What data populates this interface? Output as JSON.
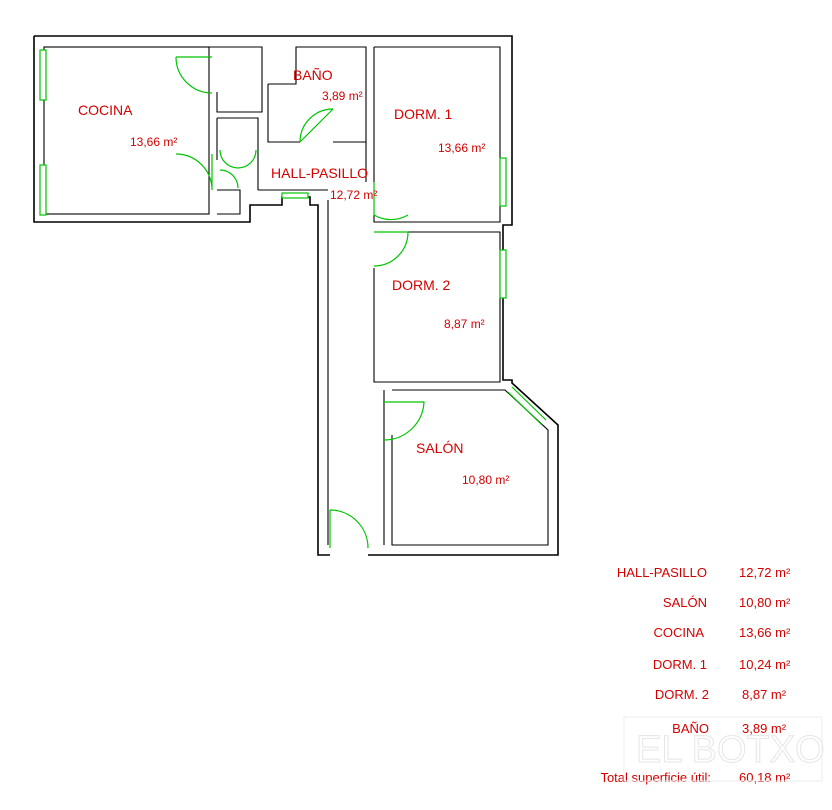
{
  "colors": {
    "label": "#d40000",
    "door": "#00c400",
    "wall": "#000000"
  },
  "rooms": {
    "cocina": {
      "name": "COCINA",
      "area": "13,66 m²"
    },
    "bano": {
      "name": "BAÑO",
      "area": "3,89 m²"
    },
    "dorm1": {
      "name": "DORM. 1",
      "area": "13,66 m²"
    },
    "hall": {
      "name": "HALL-PASILLO",
      "area": "12,72 m²"
    },
    "dorm2": {
      "name": "DORM. 2",
      "area": "8,87 m²"
    },
    "salon": {
      "name": "SALÓN",
      "area": "10,80 m²"
    }
  },
  "summary": {
    "rows": [
      {
        "name": "HALL-PASILLO",
        "value": "12,72 m²"
      },
      {
        "name": "SALÓN",
        "value": "10,80 m²"
      },
      {
        "name": "COCINA",
        "value": "13,66 m²"
      },
      {
        "name": "DORM. 1",
        "value": "10,24 m²"
      },
      {
        "name": "DORM. 2",
        "value": "8,87 m²"
      },
      {
        "name": "BAÑO",
        "value": "3,89 m²"
      }
    ],
    "total_label": "Total superficie útil:",
    "total_value": "60,18 m²"
  },
  "watermark": {
    "text": "EL BOTXO"
  }
}
